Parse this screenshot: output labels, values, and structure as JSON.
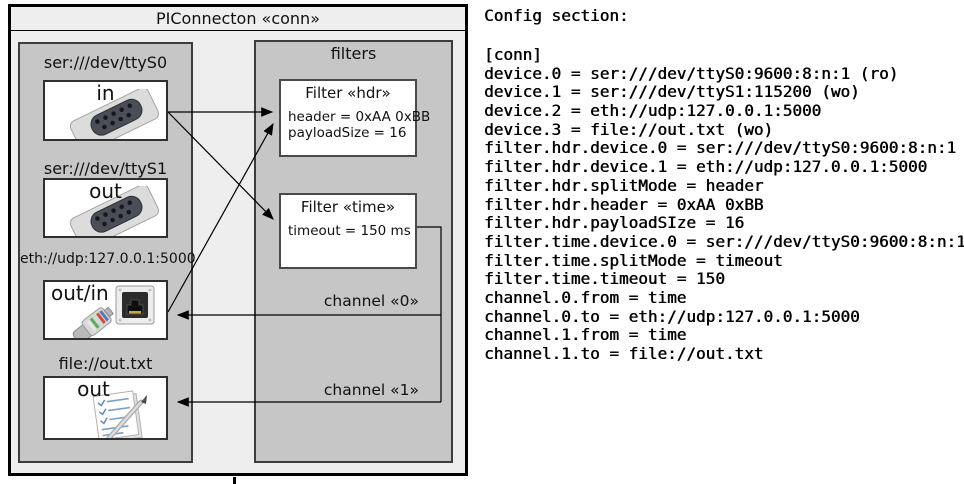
{
  "diagram": {
    "title": "PIConnecton «conn»",
    "devices": [
      {
        "label": "ser:///dev/ttyS0",
        "direction": "in",
        "icon": "serial-connector-icon"
      },
      {
        "label": "ser:///dev/ttyS1",
        "direction": "out",
        "icon": "serial-connector-icon"
      },
      {
        "label": "eth://udp:127.0.0.1:5000",
        "direction": "out/in",
        "icon": "ethernet-jack-icon"
      },
      {
        "label": "file://out.txt",
        "direction": "out",
        "icon": "notepad-icon"
      }
    ],
    "filters_panel": {
      "title": "filters",
      "filters": [
        {
          "title": "Filter «hdr»",
          "lines": [
            "header = 0xAA 0xBB",
            "payloadSize = 16"
          ]
        },
        {
          "title": "Filter «time»",
          "lines": [
            "timeout = 150 ms"
          ]
        }
      ]
    },
    "channels": [
      {
        "label": "channel «0»"
      },
      {
        "label": "channel «1»"
      }
    ]
  },
  "config": {
    "heading": "Config section:",
    "lines": [
      "[conn]",
      "device.0 = ser:///dev/ttyS0:9600:8:n:1 (ro)",
      "device.1 = ser:///dev/ttyS1:115200 (wo)",
      "device.2 = eth://udp:127.0.0.1:5000",
      "device.3 = file://out.txt (wo)",
      "filter.hdr.device.0 = ser:///dev/ttyS0:9600:8:n:1",
      "filter.hdr.device.1 = eth://udp:127.0.0.1:5000",
      "filter.hdr.splitMode = header",
      "filter.hdr.header = 0xAA 0xBB",
      "filter.hdr.payloadSIze = 16",
      "filter.time.device.0 = ser:///dev/ttyS0:9600:8:n:1",
      "filter.time.splitMode = timeout",
      "filter.time.timeout = 150",
      "channel.0.from = time",
      "channel.0.to = eth://udp:127.0.0.1:5000",
      "channel.1.from = time",
      "channel.1.to = file://out.txt"
    ]
  },
  "colors": {
    "canvas_bg": "#ffffff",
    "outer_bg": "#eeeeee",
    "panel_bg": "#c6c6c6",
    "panel_border": "#3d3d3d",
    "box_bg": "#ffffff",
    "box_border": "#2f2f2f",
    "line": "#000000",
    "text": "#111111"
  }
}
